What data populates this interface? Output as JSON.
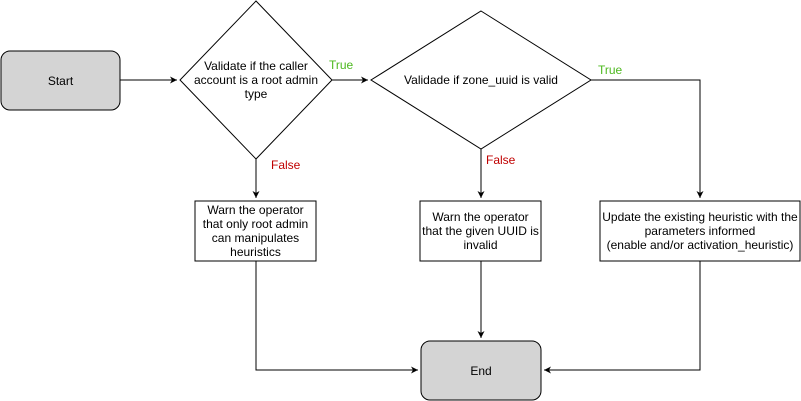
{
  "colors": {
    "stroke": "#000000",
    "terminal_fill": "#d4d4d4",
    "true_label": "#4db81f",
    "false_label": "#c00000"
  },
  "nodes": {
    "start": "Start",
    "end": "End",
    "check_root_admin": "Validate if the caller\naccount is a root admin\ntype",
    "check_zone_uuid": "Validade if zone_uuid is valid",
    "warn_root_admin": "Warn the operator\nthat only root admin\ncan manipulates\nheuristics",
    "warn_invalid_uuid": "Warn the operator\nthat the given UUID is\ninvalid",
    "update_heuristic": "Update the existing heuristic with the\nparameters informed\n(enable and/or activation_heuristic)"
  },
  "edge_labels": {
    "root_true": "True",
    "root_false": "False",
    "uuid_true": "True",
    "uuid_false": "False"
  }
}
